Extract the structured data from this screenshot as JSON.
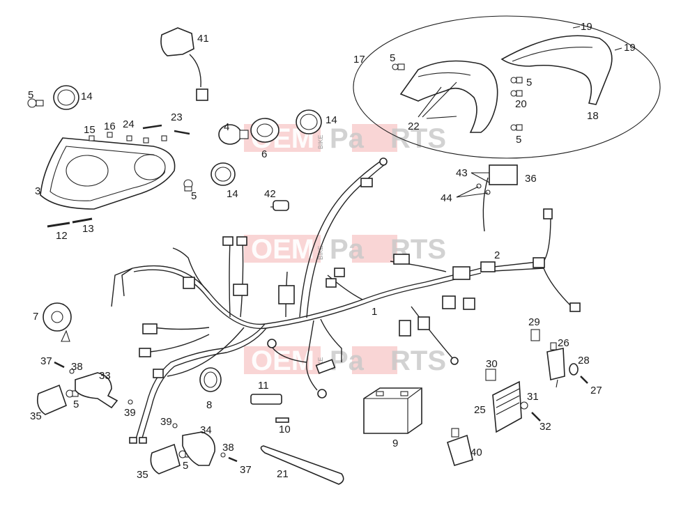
{
  "watermark": {
    "oem": "OEM",
    "bike": "BIKE",
    "pa": "Pa",
    "rts": "RTS",
    "oem_color": "#e87f7f",
    "parts_color": "#bdbdbd"
  },
  "labels": {
    "l1": "1",
    "l2": "2",
    "l3": "3",
    "l4": "4",
    "l5a": "5",
    "l5b": "5",
    "l5c": "5",
    "l5d": "5",
    "l5e": "5",
    "l5f": "5",
    "l5g": "5",
    "l6": "6",
    "l7": "7",
    "l8": "8",
    "l9": "9",
    "l10": "10",
    "l11": "11",
    "l12": "12",
    "l13": "13",
    "l14a": "14",
    "l14b": "14",
    "l14c": "14",
    "l15": "15",
    "l16": "16",
    "l17": "17",
    "l18": "18",
    "l19a": "19",
    "l19b": "19",
    "l20": "20",
    "l21": "21",
    "l22": "22",
    "l23": "23",
    "l24": "24",
    "l25": "25",
    "l26": "26",
    "l27": "27",
    "l28": "28",
    "l29": "29",
    "l30": "30",
    "l31": "31",
    "l32": "32",
    "l33": "33",
    "l34": "34",
    "l35a": "35",
    "l35b": "35",
    "l36": "36",
    "l37a": "37",
    "l37b": "37",
    "l38a": "38",
    "l38b": "38",
    "l39a": "39",
    "l39b": "39",
    "l40": "40",
    "l41": "41",
    "l42": "42",
    "l43": "43",
    "l44": "44"
  }
}
